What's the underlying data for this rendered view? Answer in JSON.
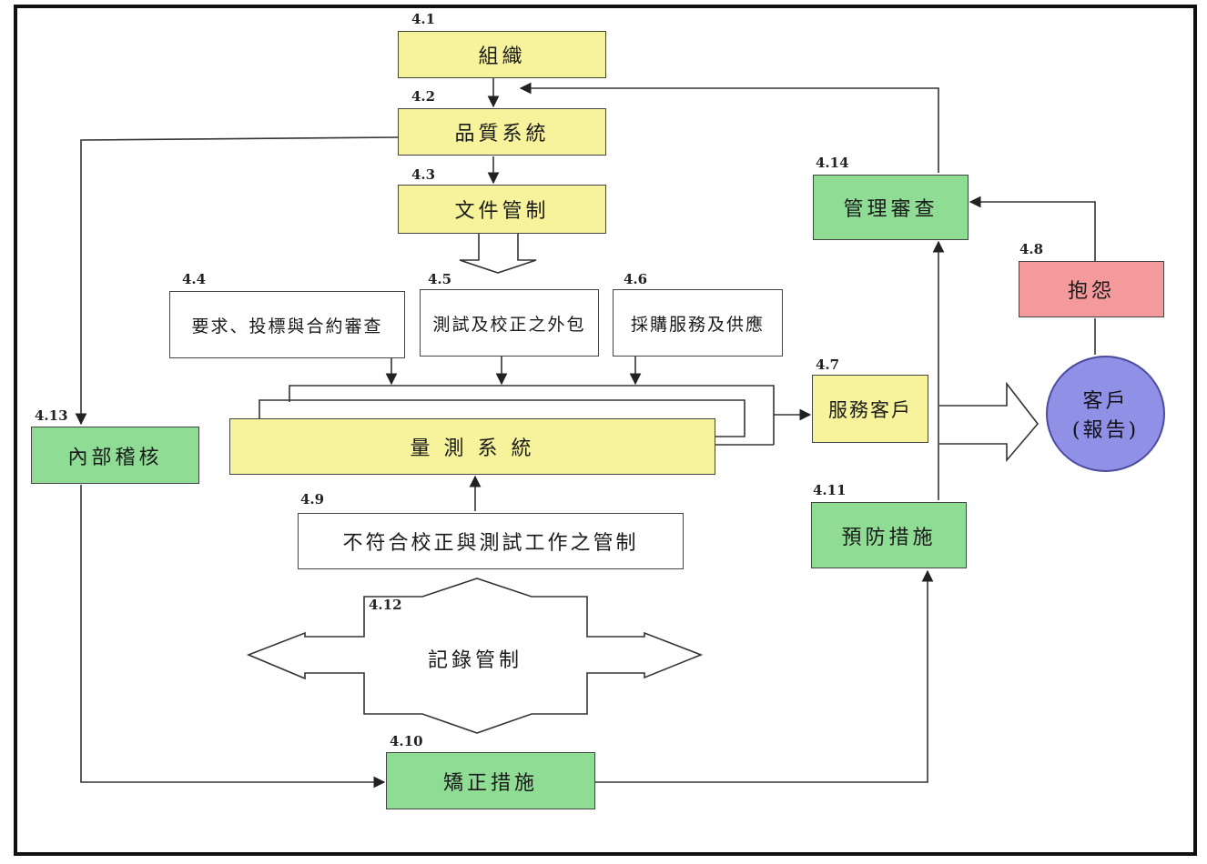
{
  "nodes": {
    "organization": {
      "number": "4.1",
      "label": "組織"
    },
    "quality_system": {
      "number": "4.2",
      "label": "品質系統"
    },
    "document_control": {
      "number": "4.3",
      "label": "文件管制"
    },
    "requirements_review": {
      "number": "4.4",
      "label": "要求、投標與合約審查"
    },
    "subcontracting": {
      "number": "4.5",
      "label": "測試及校正之外包"
    },
    "purchasing": {
      "number": "4.6",
      "label": "採購服務及供應"
    },
    "customer_service": {
      "number": "4.7",
      "label": "服務客戶"
    },
    "complaints": {
      "number": "4.8",
      "label": "抱怨"
    },
    "nonconforming_control": {
      "number": "4.9",
      "label": "不符合校正與測試工作之管制"
    },
    "corrective_action": {
      "number": "4.10",
      "label": "矯正措施"
    },
    "preventive_action": {
      "number": "4.11",
      "label": "預防措施"
    },
    "records_control": {
      "number": "4.12",
      "label": "記錄管制"
    },
    "internal_audit": {
      "number": "4.13",
      "label": "內部稽核"
    },
    "management_review": {
      "number": "4.14",
      "label": "管理審查"
    },
    "measurement_system": {
      "label": "量 測 系 統"
    },
    "customer": {
      "line1": "客戶",
      "line2": "(報告)"
    }
  },
  "colors": {
    "yellow": "#f7f39c",
    "green": "#8fdc94",
    "red": "#f49a9c",
    "customer_circle": "#8f90e6"
  }
}
